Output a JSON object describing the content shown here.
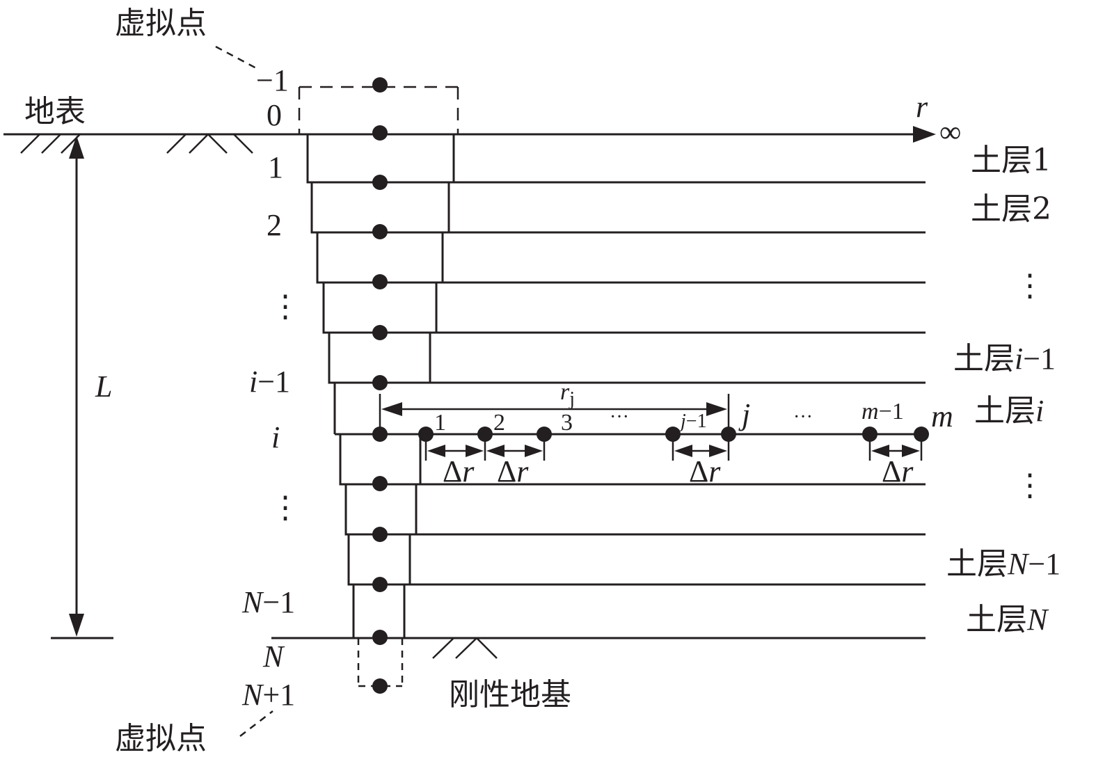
{
  "labels": {
    "virtual_point_top": "虚拟点",
    "virtual_point_bottom": "虚拟点",
    "ground_surface": "地表",
    "rigid_foundation": "刚性地基",
    "pile_length": "L",
    "radial_axis": "r",
    "infinity": "∞",
    "node_minus1": "−1",
    "node_0": "0",
    "node_1": "1",
    "node_2": "2",
    "node_dots1": "⋮",
    "node_i_minus_1": "i−1",
    "node_i": "i",
    "node_dots2": "⋮",
    "node_N_minus_1": "N−1",
    "node_N": "N",
    "node_N_plus_1": "N+1",
    "rj": "r",
    "rj_sub": "j",
    "radial_1": "1",
    "radial_2": "2",
    "radial_3": "3",
    "radial_dots1": "···",
    "radial_j_minus_1": "j−1",
    "radial_j": "j",
    "radial_dots2": "···",
    "radial_m_minus_1": "m−1",
    "radial_m": "m",
    "delta_r": "Δr"
  },
  "soil_layers": {
    "layer_1": "土层1",
    "layer_2": "土层2",
    "dots_a": "⋮",
    "layer_i_minus_1_prefix": "土层",
    "layer_i_minus_1_suffix": "i−1",
    "layer_i_prefix": "土层",
    "layer_i_suffix": "i",
    "dots_b": "⋮",
    "layer_N_minus_1_prefix": "土层",
    "layer_N_minus_1_suffix": "N−1",
    "layer_N_prefix": "土层",
    "layer_N_suffix": "N"
  }
}
